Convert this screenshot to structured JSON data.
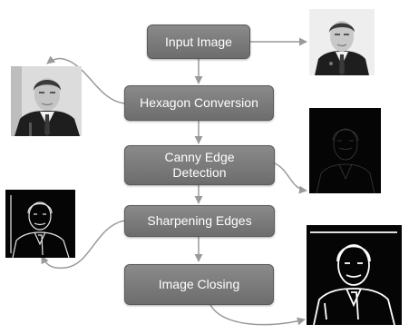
{
  "flowchart": {
    "steps": [
      {
        "id": "input",
        "label": "Input Image"
      },
      {
        "id": "hexagon",
        "label": "Hexagon Conversion"
      },
      {
        "id": "canny",
        "label_line1": "Canny Edge",
        "label_line2": "Detection"
      },
      {
        "id": "sharpen",
        "label": "Sharpening Edges"
      },
      {
        "id": "closing",
        "label": "Image Closing"
      }
    ],
    "images": [
      {
        "id": "input-photo",
        "kind": "grayscale face photo"
      },
      {
        "id": "hexagon-photo",
        "kind": "grayscale face photo"
      },
      {
        "id": "canny-edges",
        "kind": "faint edge map on black"
      },
      {
        "id": "sharpened-edges",
        "kind": "sharpened edge map on black"
      },
      {
        "id": "closed-edges",
        "kind": "closed edge map on black"
      }
    ]
  },
  "colors": {
    "box_fill": "#7a7a7a",
    "box_border": "#5a5a5a",
    "arrow": "#9a9a9a",
    "text": "#ffffff"
  }
}
